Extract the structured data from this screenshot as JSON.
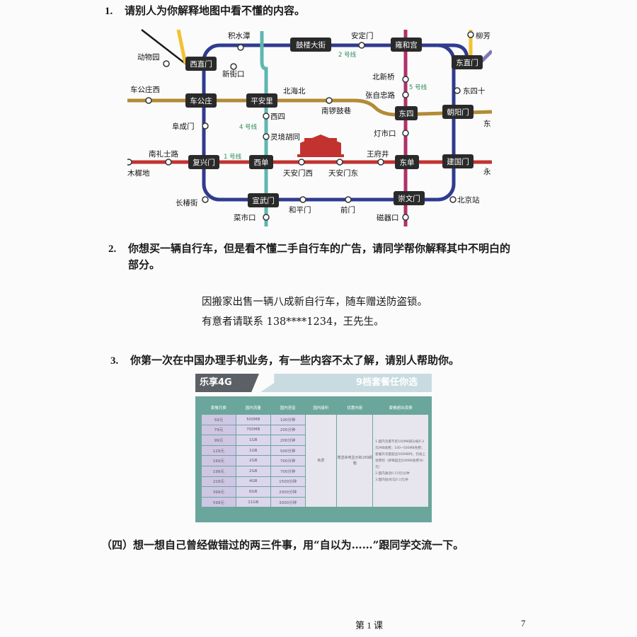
{
  "q1": {
    "num": "1.",
    "text": "请别人为你解释地图中看不懂的内容。"
  },
  "metro": {
    "line_labels": {
      "line1": "1 号线",
      "line2": "2 号线",
      "line4": "4 号线",
      "line5": "5 号线"
    },
    "boxed_stations": {
      "xizhimen": "西直门",
      "chegongzhuang": "车公庄",
      "pinganli": "平安里",
      "gulou": "鼓楼大街",
      "yonghegong": "雍和宫",
      "dongzhimen": "东直门",
      "dongsi": "东四",
      "chaoyangmen": "朝阳门",
      "fuxingmen": "复兴门",
      "xidan": "西单",
      "dongdan": "东单",
      "jianguomen": "建国门",
      "xuanwumen": "宣武门",
      "chongwenmen": "崇文门"
    },
    "stations": {
      "dongwuyuan": "动物园",
      "jishuitan": "积水潭",
      "andingmen": "安定门",
      "xinjiekou": "新街口",
      "chegongzhuangxi": "车公庄西",
      "beihaibei": "北海北",
      "beixinqiao": "北新桥",
      "zhangzizhonglu": "张自忠路",
      "dongsishitiao": "东四十",
      "xisi": "西四",
      "nanluoguxiang": "南锣鼓巷",
      "fuchengmen": "阜成门",
      "lingjinghutong": "灵境胡同",
      "dengshikou": "灯市口",
      "nanlishilu": "南礼士路",
      "wangfujing": "王府井",
      "muxidi": "木樨地",
      "tiananmenxi": "天安门西",
      "tiananmendong": "天安门东",
      "changchunjie": "长椿街",
      "hepingmen": "和平门",
      "qianmen": "前门",
      "beijingzhan": "北京站",
      "caishikou": "菜市口",
      "ciqikou": "磁器口",
      "liufang": "柳芳",
      "dong_edge": "东",
      "yong_edge": "永"
    },
    "colors": {
      "line1": "#c2332f",
      "line2": "#2f3c8f",
      "line4": "#5fb6b1",
      "line5": "#b0316a",
      "line6": "#b38b35",
      "line13": "#f2c230",
      "line10": "#7f79b8"
    }
  },
  "q2": {
    "num": "2.",
    "text_line1": "你想买一辆自行车，但是看不懂二手自行车的广告，请同学帮你解释其中不明白的",
    "text_line2": "部分。"
  },
  "ad": {
    "line1": "因搬家出售一辆八成新自行车，随车赠送防盗锁。",
    "line2": "有意者请联系 138****1234，王先生。"
  },
  "q3": {
    "num": "3.",
    "text": "你第一次在中国办理手机业务，有一些内容不太了解，请别人帮助你。"
  },
  "plans": {
    "banner_left": "乐享4G",
    "banner_right": "9档套餐任你选",
    "headers": [
      "套餐月费",
      "国内流量",
      "国内语音",
      "国内接听",
      "优惠内容",
      "套餐超出资费"
    ],
    "rows": [
      [
        "59元",
        "500MB",
        "100分钟"
      ],
      [
        "79元",
        "700MB",
        "200分钟"
      ],
      [
        "99元",
        "1GB",
        "200分钟"
      ],
      [
        "129元",
        "1GB",
        "500分钟"
      ],
      [
        "169元",
        "2GB",
        "700分钟"
      ],
      [
        "199元",
        "2GB",
        "700分钟"
      ],
      [
        "229元",
        "4GB",
        "1500分钟"
      ],
      [
        "399元",
        "6GB",
        "2000分钟"
      ],
      [
        "599元",
        "11GB",
        "3000分钟"
      ]
    ],
    "answer_free": "免费",
    "bonus": "赠送来电显示和189邮箱",
    "notes": "1.国内流量不足100MB部分按0.3元/MB收费；100~500MB免费；套餐外流量超出500MB时，仍按上述原则（即每超出500MB收费30元）\n2.国内通话0.15元/分钟\n3.国内短/彩信0.1元/条"
  },
  "q4": {
    "text": "（四）想一想自己曾经做错过的两三件事，用“自以为……”跟同学交流一下。"
  },
  "footer": {
    "lesson": "第 1 课",
    "page": "7"
  }
}
